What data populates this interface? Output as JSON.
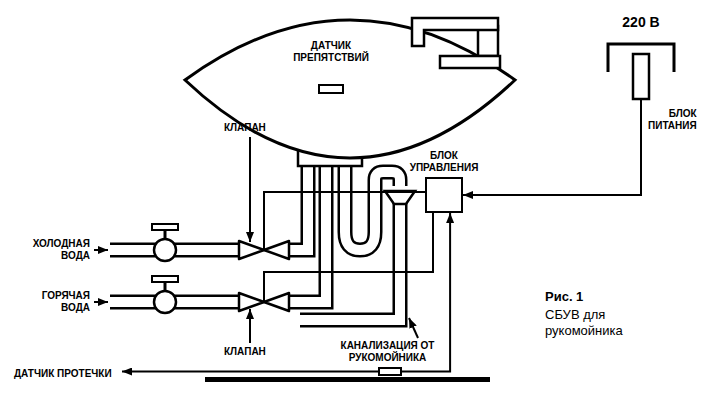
{
  "diagram": {
    "caption": "Рис. 1",
    "nodes": [
      {
        "text": [
          "220 В",
          "БЛОК ПИТАНИЯ"
        ]
      },
      {
        "text": [
          "БЛОК УПРАВЛЕНИЯ"
        ]
      },
      {
        "text": [
          "ДАТЧИК ПРЕПЯТСТВИЙ"
        ]
      },
      {
        "text": [
          "КЛАПАН"
        ]
      },
      {
        "text": [
          "КЛАПАН"
        ]
      },
      {
        "text": [
          "ДАТЧИК ПРОТЕЧКИ"
        ]
      }
    ],
    "edges": [
      {
        "from": 0,
        "to": 1,
        "arrow": "to"
      },
      {
        "from": 5,
        "to": 1,
        "arrow": "to"
      },
      {
        "from": 1,
        "to": 3,
        "arrow": "none"
      },
      {
        "from": 1,
        "to": 4,
        "arrow": "none"
      }
    ],
    "labels": [
      "ХОЛОДНАЯ ВОДА",
      "ГОРЯЧАЯ ВОДА",
      "КАНАЛИЗАЦИЯ ОТ РУКОМОЙНИКА",
      "СБУВ для рукомойника"
    ]
  }
}
